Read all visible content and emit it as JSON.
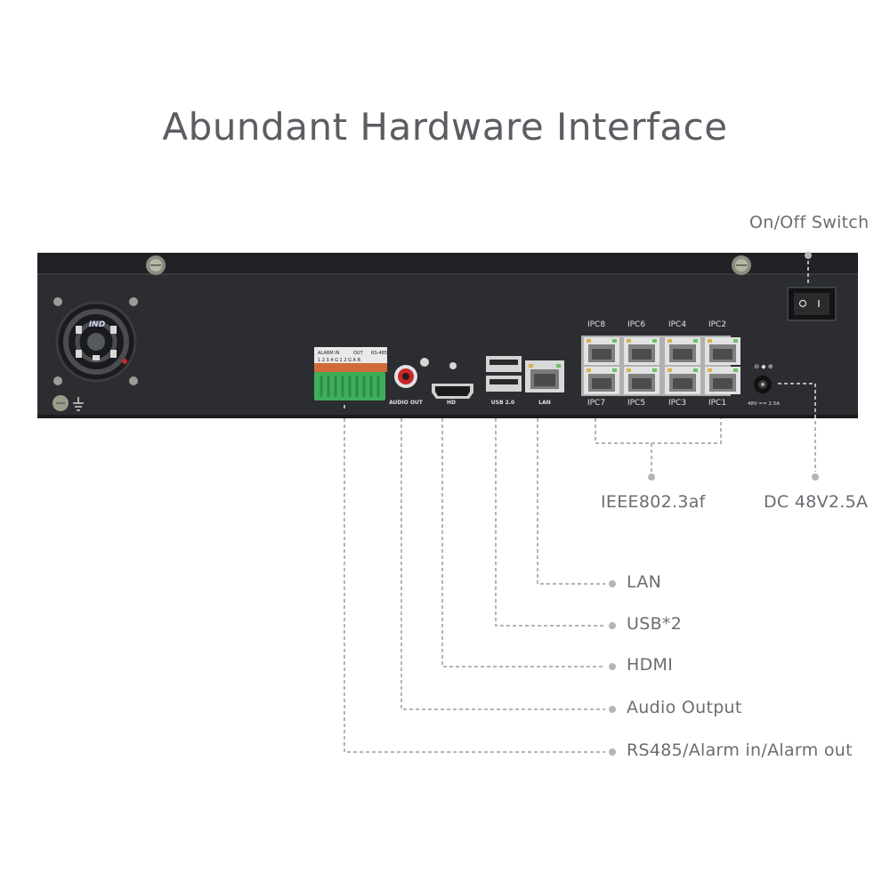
{
  "title": "Abundant Hardware Interface",
  "callouts": {
    "switch": "On/Off Switch",
    "poe": "IEEE802.3af",
    "dc": "DC 48V2.5A",
    "lan": "LAN",
    "usb": "USB*2",
    "hdmi": "HDMI",
    "audio": "Audio Output",
    "rs485": "RS485/Alarm in/Alarm out"
  },
  "panel": {
    "terminal_header": [
      "ALARM IN",
      "OUT",
      "RS-485"
    ],
    "terminal_numbers": "1 2 3 4 G 1 2 G A B",
    "audio_label": "AUDIO OUT",
    "hdmi_label": "HD",
    "usb_label": "USB 2.0",
    "lan_label": "LAN",
    "ipc_top": [
      "IPC8",
      "IPC6",
      "IPC4",
      "IPC2"
    ],
    "ipc_bottom": [
      "IPC7",
      "IPC5",
      "IPC3",
      "IPC1"
    ],
    "power_label": "48V == 2.5A",
    "polarity": "⊖ ◆ ⊕",
    "fan_logo": "IND"
  },
  "colors": {
    "chassis": "#2b2d30",
    "text": "#5a5d62",
    "leader": "#b5b5b5",
    "terminal": "#3fae5a",
    "rca_red": "#c6272b"
  },
  "icons": [
    "screw-icon",
    "fan-icon",
    "ground-icon",
    "rj45-port-icon",
    "usb-port-icon",
    "hdmi-port-icon",
    "rca-jack-icon",
    "dc-jack-icon",
    "rocker-switch-icon"
  ]
}
